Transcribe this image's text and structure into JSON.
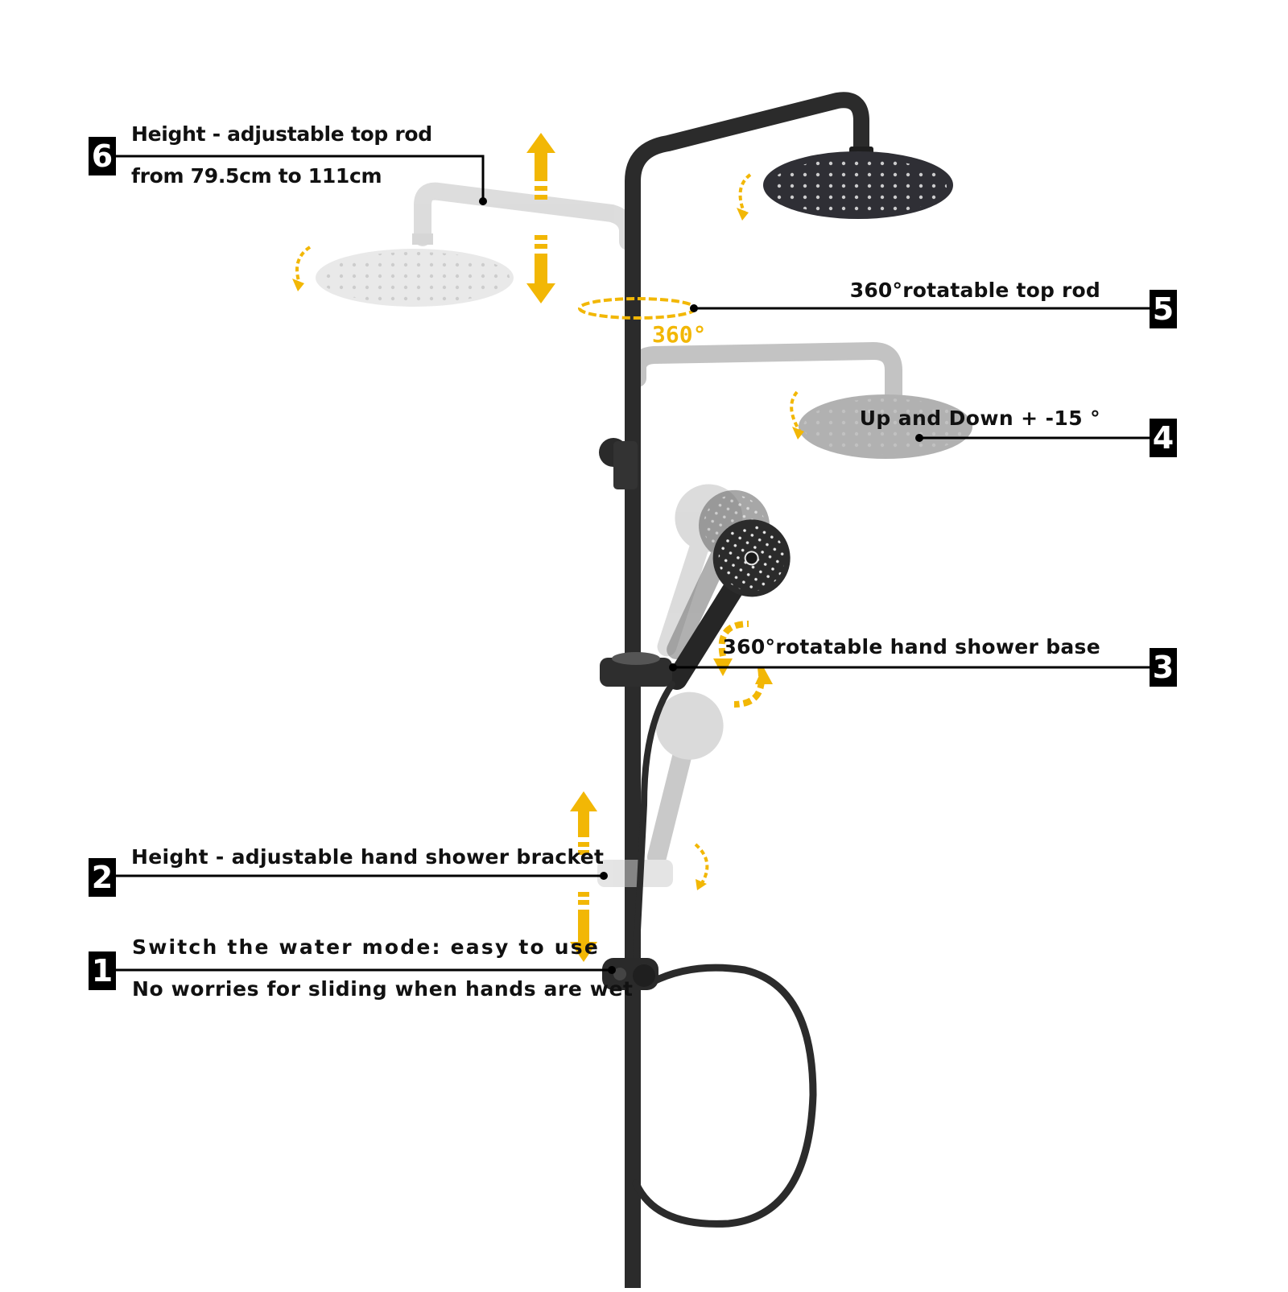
{
  "callouts": [
    {
      "number": "6",
      "lines": [
        "Height -  adjustable top rod",
        "from 79.5cm to 111cm"
      ]
    },
    {
      "number": "5",
      "lines": [
        "360°rotatable top rod"
      ]
    },
    {
      "number": "4",
      "lines": [
        "Up and Down + -15 °"
      ]
    },
    {
      "number": "3",
      "lines": [
        "360°rotatable hand shower base"
      ]
    },
    {
      "number": "2",
      "lines": [
        "Height - adjustable hand shower bracket"
      ]
    },
    {
      "number": "1",
      "lines": [
        "Switch the water mode: easy to use",
        "No worries for sliding when hands are wet"
      ]
    }
  ],
  "rotation_label": "360°",
  "colors": {
    "accent_arrow": "#f2b705",
    "product_black": "#2b2b2b",
    "ghost_grey": "#c9c9c9",
    "leader_line": "#000000"
  }
}
